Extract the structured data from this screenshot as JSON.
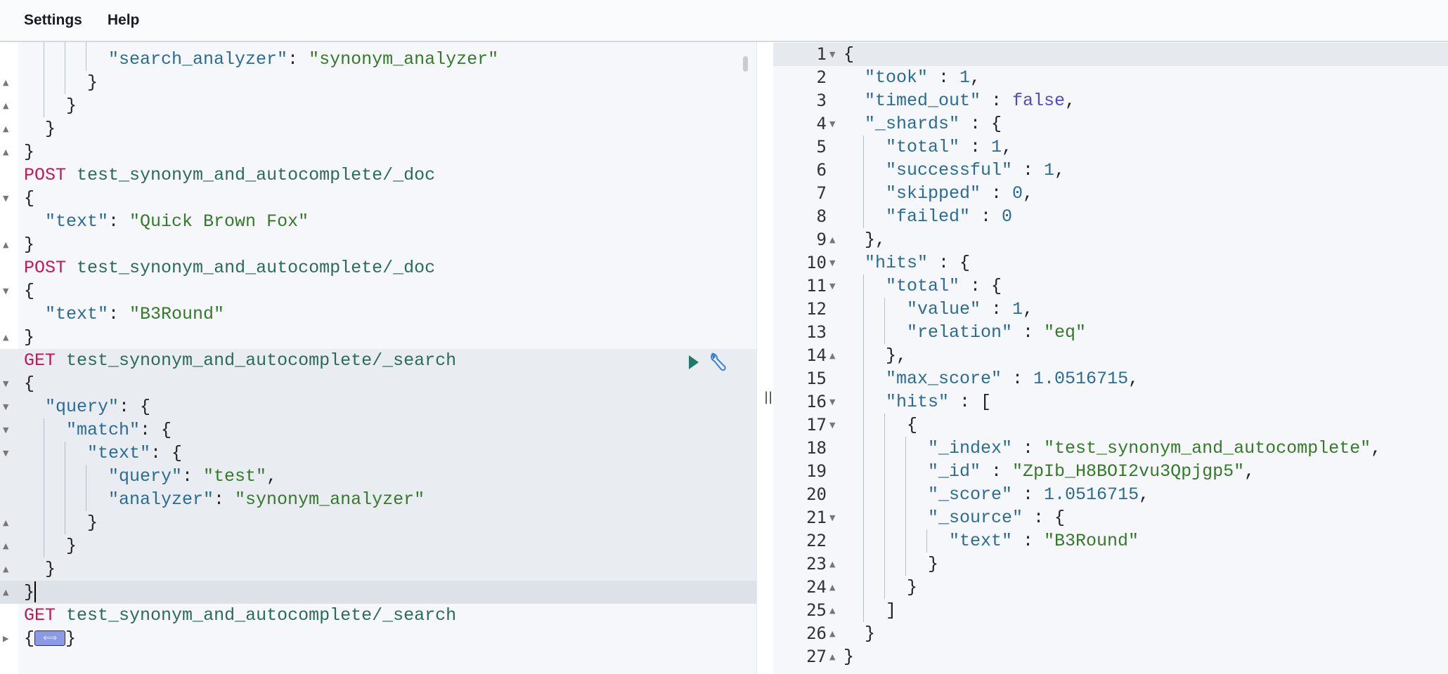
{
  "menu": {
    "settings": "Settings",
    "help": "Help"
  },
  "divider_grip": "||",
  "colors": {
    "key": "#2a6c93",
    "string": "#357a2a",
    "method": "#c2185b",
    "url": "#2b6b5a",
    "bool": "#4d4dc4"
  },
  "request_editor": {
    "lines": [
      {
        "fold": "",
        "ind": 4,
        "t": []
      },
      {
        "fold": "",
        "ind": 4,
        "t": [
          [
            "k",
            "\"search_analyzer\""
          ],
          [
            "p",
            ": "
          ],
          [
            "s",
            "\"synonym_analyzer\""
          ]
        ]
      },
      {
        "fold": "up",
        "ind": 3,
        "t": [
          [
            "p",
            "}"
          ]
        ]
      },
      {
        "fold": "up",
        "ind": 2,
        "t": [
          [
            "p",
            "}"
          ]
        ]
      },
      {
        "fold": "up",
        "ind": 1,
        "t": [
          [
            "p",
            "}"
          ]
        ]
      },
      {
        "fold": "up",
        "ind": 0,
        "t": [
          [
            "p",
            "}"
          ]
        ]
      },
      {
        "fold": "",
        "ind": 0,
        "t": [
          [
            "m",
            "POST"
          ],
          [
            "p",
            " "
          ],
          [
            "u",
            "test_synonym_and_autocomplete/_doc"
          ]
        ]
      },
      {
        "fold": "down",
        "ind": 0,
        "t": [
          [
            "p",
            "{"
          ]
        ]
      },
      {
        "fold": "",
        "ind": 1,
        "t": [
          [
            "k",
            "\"text\""
          ],
          [
            "p",
            ": "
          ],
          [
            "s",
            "\"Quick Brown Fox\""
          ]
        ]
      },
      {
        "fold": "up",
        "ind": 0,
        "t": [
          [
            "p",
            "}"
          ]
        ]
      },
      {
        "fold": "",
        "ind": 0,
        "t": [
          [
            "m",
            "POST"
          ],
          [
            "p",
            " "
          ],
          [
            "u",
            "test_synonym_and_autocomplete/_doc"
          ]
        ]
      },
      {
        "fold": "down",
        "ind": 0,
        "t": [
          [
            "p",
            "{"
          ]
        ]
      },
      {
        "fold": "",
        "ind": 1,
        "t": [
          [
            "k",
            "\"text\""
          ],
          [
            "p",
            ": "
          ],
          [
            "s",
            "\"B3Round\""
          ]
        ]
      },
      {
        "fold": "up",
        "ind": 0,
        "t": [
          [
            "p",
            "}"
          ]
        ]
      },
      {
        "fold": "",
        "ind": 0,
        "hl": "hl",
        "actions": true,
        "t": [
          [
            "m",
            "GET"
          ],
          [
            "p",
            " "
          ],
          [
            "u",
            "test_synonym_and_autocomplete/_search"
          ]
        ]
      },
      {
        "fold": "down",
        "ind": 0,
        "hl": "hl",
        "t": [
          [
            "p",
            "{"
          ]
        ]
      },
      {
        "fold": "down",
        "ind": 1,
        "hl": "hl",
        "t": [
          [
            "k",
            "\"query\""
          ],
          [
            "p",
            ": {"
          ]
        ]
      },
      {
        "fold": "down",
        "ind": 2,
        "hl": "hl",
        "t": [
          [
            "k",
            "\"match\""
          ],
          [
            "p",
            ": {"
          ]
        ]
      },
      {
        "fold": "down",
        "ind": 3,
        "hl": "hl",
        "t": [
          [
            "k",
            "\"text\""
          ],
          [
            "p",
            ": {"
          ]
        ]
      },
      {
        "fold": "",
        "ind": 4,
        "hl": "hl",
        "t": [
          [
            "k",
            "\"query\""
          ],
          [
            "p",
            ": "
          ],
          [
            "s",
            "\"test\""
          ],
          [
            "p",
            ","
          ]
        ]
      },
      {
        "fold": "",
        "ind": 4,
        "hl": "hl",
        "t": [
          [
            "k",
            "\"analyzer\""
          ],
          [
            "p",
            ": "
          ],
          [
            "s",
            "\"synonym_analyzer\""
          ]
        ]
      },
      {
        "fold": "up",
        "ind": 3,
        "hl": "hl",
        "t": [
          [
            "p",
            "}"
          ]
        ]
      },
      {
        "fold": "up",
        "ind": 2,
        "hl": "hl",
        "t": [
          [
            "p",
            "}"
          ]
        ]
      },
      {
        "fold": "up",
        "ind": 1,
        "hl": "hl",
        "t": [
          [
            "p",
            "}"
          ]
        ]
      },
      {
        "fold": "up",
        "ind": 0,
        "hl": "cur",
        "cursor": true,
        "t": [
          [
            "p",
            "}"
          ]
        ]
      },
      {
        "fold": "",
        "ind": 0,
        "t": [
          [
            "m",
            "GET"
          ],
          [
            "p",
            " "
          ],
          [
            "u",
            "test_synonym_and_autocomplete/_search"
          ]
        ]
      },
      {
        "fold": "right",
        "ind": 0,
        "badge": true,
        "t": [
          [
            "p",
            "{"
          ]
        ],
        "after": "}"
      }
    ]
  },
  "response_viewer": {
    "lines": [
      {
        "fold": "down",
        "ind": 0,
        "t": [
          [
            "p",
            "{"
          ]
        ]
      },
      {
        "fold": "",
        "ind": 1,
        "t": [
          [
            "k",
            "\"took\""
          ],
          [
            "p",
            " : "
          ],
          [
            "n",
            "1"
          ],
          [
            "p",
            ","
          ]
        ]
      },
      {
        "fold": "",
        "ind": 1,
        "t": [
          [
            "k",
            "\"timed_out\""
          ],
          [
            "p",
            " : "
          ],
          [
            "b",
            "false"
          ],
          [
            "p",
            ","
          ]
        ]
      },
      {
        "fold": "down",
        "ind": 1,
        "t": [
          [
            "k",
            "\"_shards\""
          ],
          [
            "p",
            " : {"
          ]
        ]
      },
      {
        "fold": "",
        "ind": 2,
        "t": [
          [
            "k",
            "\"total\""
          ],
          [
            "p",
            " : "
          ],
          [
            "n",
            "1"
          ],
          [
            "p",
            ","
          ]
        ]
      },
      {
        "fold": "",
        "ind": 2,
        "t": [
          [
            "k",
            "\"successful\""
          ],
          [
            "p",
            " : "
          ],
          [
            "n",
            "1"
          ],
          [
            "p",
            ","
          ]
        ]
      },
      {
        "fold": "",
        "ind": 2,
        "t": [
          [
            "k",
            "\"skipped\""
          ],
          [
            "p",
            " : "
          ],
          [
            "n",
            "0"
          ],
          [
            "p",
            ","
          ]
        ]
      },
      {
        "fold": "",
        "ind": 2,
        "t": [
          [
            "k",
            "\"failed\""
          ],
          [
            "p",
            " : "
          ],
          [
            "n",
            "0"
          ]
        ]
      },
      {
        "fold": "up",
        "ind": 1,
        "t": [
          [
            "p",
            "},"
          ]
        ]
      },
      {
        "fold": "down",
        "ind": 1,
        "t": [
          [
            "k",
            "\"hits\""
          ],
          [
            "p",
            " : {"
          ]
        ]
      },
      {
        "fold": "down",
        "ind": 2,
        "t": [
          [
            "k",
            "\"total\""
          ],
          [
            "p",
            " : {"
          ]
        ]
      },
      {
        "fold": "",
        "ind": 3,
        "t": [
          [
            "k",
            "\"value\""
          ],
          [
            "p",
            " : "
          ],
          [
            "n",
            "1"
          ],
          [
            "p",
            ","
          ]
        ]
      },
      {
        "fold": "",
        "ind": 3,
        "t": [
          [
            "k",
            "\"relation\""
          ],
          [
            "p",
            " : "
          ],
          [
            "s",
            "\"eq\""
          ]
        ]
      },
      {
        "fold": "up",
        "ind": 2,
        "t": [
          [
            "p",
            "},"
          ]
        ]
      },
      {
        "fold": "",
        "ind": 2,
        "t": [
          [
            "k",
            "\"max_score\""
          ],
          [
            "p",
            " : "
          ],
          [
            "n",
            "1.0516715"
          ],
          [
            "p",
            ","
          ]
        ]
      },
      {
        "fold": "down",
        "ind": 2,
        "t": [
          [
            "k",
            "\"hits\""
          ],
          [
            "p",
            " : ["
          ]
        ]
      },
      {
        "fold": "down",
        "ind": 3,
        "t": [
          [
            "p",
            "{"
          ]
        ]
      },
      {
        "fold": "",
        "ind": 4,
        "t": [
          [
            "k",
            "\"_index\""
          ],
          [
            "p",
            " : "
          ],
          [
            "s",
            "\"test_synonym_and_autocomplete\""
          ],
          [
            "p",
            ","
          ]
        ]
      },
      {
        "fold": "",
        "ind": 4,
        "t": [
          [
            "k",
            "\"_id\""
          ],
          [
            "p",
            " : "
          ],
          [
            "s",
            "\"ZpIb_H8BOI2vu3Qpjgp5\""
          ],
          [
            "p",
            ","
          ]
        ]
      },
      {
        "fold": "",
        "ind": 4,
        "t": [
          [
            "k",
            "\"_score\""
          ],
          [
            "p",
            " : "
          ],
          [
            "n",
            "1.0516715"
          ],
          [
            "p",
            ","
          ]
        ]
      },
      {
        "fold": "down",
        "ind": 4,
        "t": [
          [
            "k",
            "\"_source\""
          ],
          [
            "p",
            " : {"
          ]
        ]
      },
      {
        "fold": "",
        "ind": 5,
        "t": [
          [
            "k",
            "\"text\""
          ],
          [
            "p",
            " : "
          ],
          [
            "s",
            "\"B3Round\""
          ]
        ]
      },
      {
        "fold": "up",
        "ind": 4,
        "t": [
          [
            "p",
            "}"
          ]
        ]
      },
      {
        "fold": "up",
        "ind": 3,
        "t": [
          [
            "p",
            "}"
          ]
        ]
      },
      {
        "fold": "up",
        "ind": 2,
        "t": [
          [
            "p",
            "]"
          ]
        ]
      },
      {
        "fold": "up",
        "ind": 1,
        "t": [
          [
            "p",
            "}"
          ]
        ]
      },
      {
        "fold": "up",
        "ind": 0,
        "t": [
          [
            "p",
            "}"
          ]
        ]
      }
    ]
  }
}
